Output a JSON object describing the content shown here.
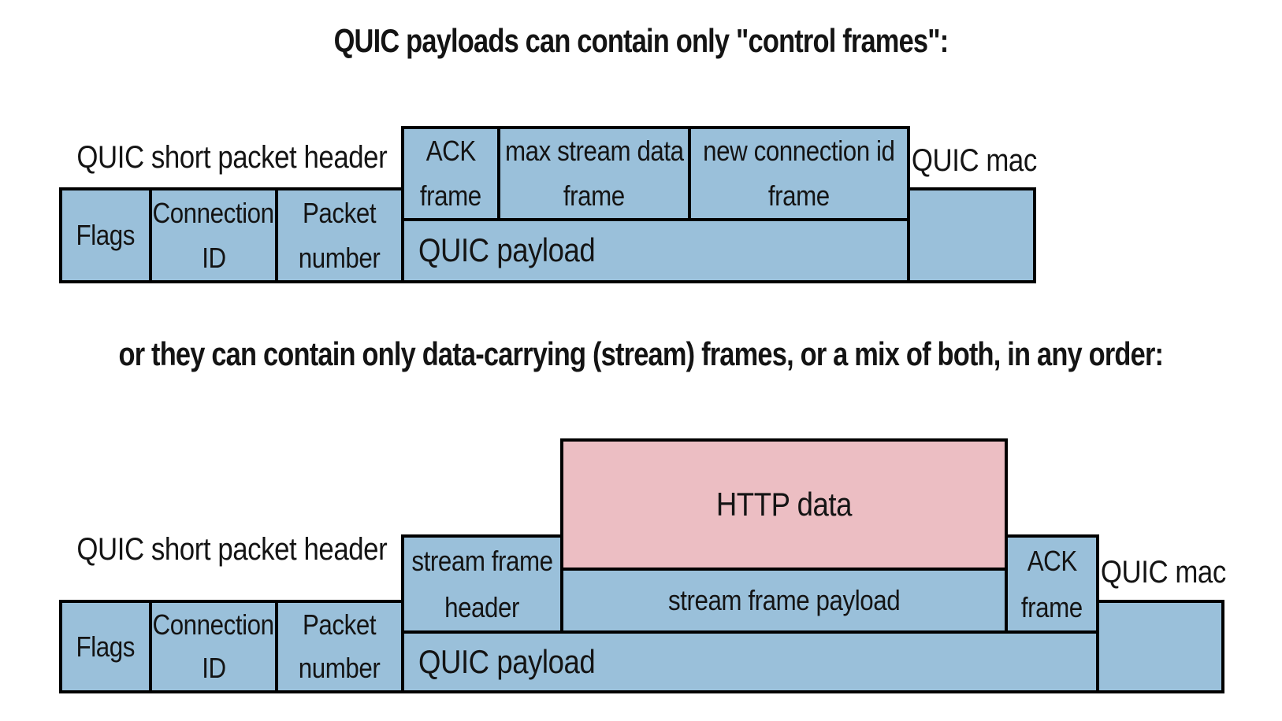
{
  "colors": {
    "box_blue": "#9ac0da",
    "box_pink": "#ecbec3",
    "border": "#000000",
    "text": "#141414",
    "background": "#ffffff"
  },
  "section_control": {
    "title": "QUIC payloads can contain only \"control frames\":",
    "packet_header_label": "QUIC short packet header",
    "mac_label": "QUIC mac",
    "flags_cell": "Flags",
    "connection_id_cell": [
      "Connection",
      "ID"
    ],
    "packet_number_cell": [
      "Packet",
      "number"
    ],
    "ack_frame": [
      "ACK",
      "frame"
    ],
    "max_stream_data_frame": [
      "max stream data",
      "frame"
    ],
    "new_connection_id_frame": [
      "new connection id",
      "frame"
    ],
    "payload_label": "QUIC payload"
  },
  "section_stream": {
    "title": "or they can contain only data-carrying (stream) frames, or a mix of both, in any order:",
    "packet_header_label": "QUIC short packet header",
    "mac_label": "QUIC mac",
    "flags_cell": "Flags",
    "connection_id_cell": [
      "Connection",
      "ID"
    ],
    "packet_number_cell": [
      "Packet",
      "number"
    ],
    "stream_frame_header": [
      "stream frame",
      "header"
    ],
    "http_data_label": "HTTP data",
    "stream_frame_payload_label": "stream frame payload",
    "ack_frame": [
      "ACK",
      "frame"
    ],
    "payload_label": "QUIC payload"
  }
}
